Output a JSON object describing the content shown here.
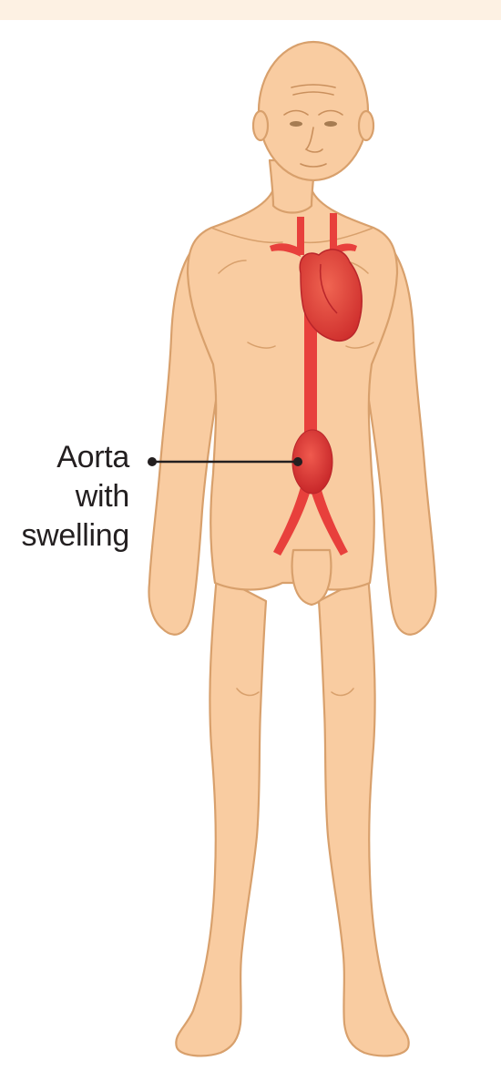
{
  "diagram": {
    "label_lines": [
      "Aorta",
      "with",
      "swelling"
    ]
  },
  "colors": {
    "top_band": "#fdf1e3",
    "skin": "#f9ccA1",
    "skin_outline": "#d8a06c",
    "skin_shadow": "#e9b080",
    "vessel": "#e8403c",
    "vessel_dark": "#c72a2a",
    "aneurysm": "#d8302c",
    "leader_line": "#231f20"
  }
}
